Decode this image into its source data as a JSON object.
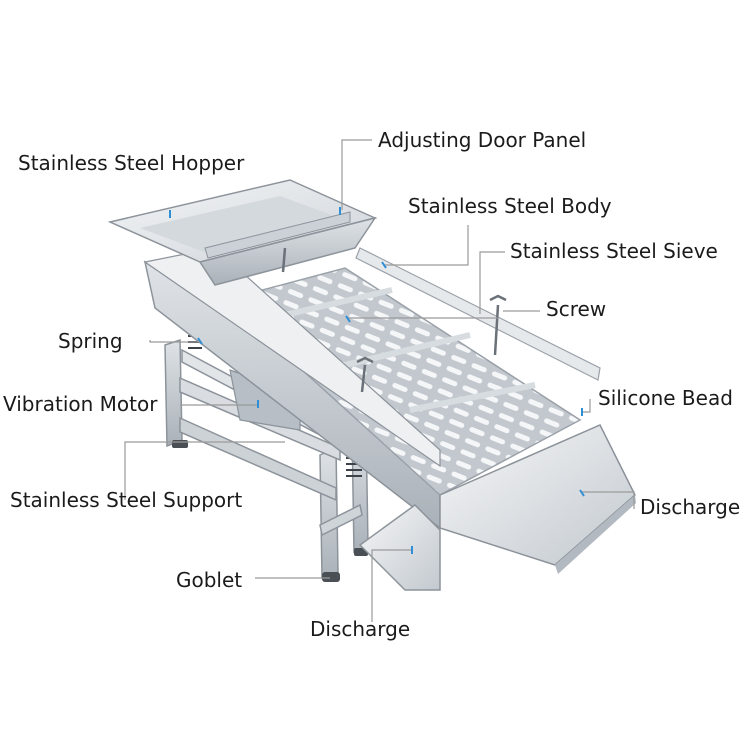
{
  "labels": {
    "hopper": "Stainless Steel Hopper",
    "door_panel": "Adjusting Door Panel",
    "body": "Stainless Steel Body",
    "sieve": "Stainless Steel Sieve",
    "screw": "Screw",
    "spring": "Spring",
    "motor": "Vibration Motor",
    "bead": "Silicone Bead",
    "support": "Stainless Steel Support",
    "discharge_side": "Discharge",
    "goblet": "Goblet",
    "discharge_bottom": "Discharge"
  },
  "colors": {
    "leader_line": "#9a9a9a",
    "marker": "#2f8fd6",
    "steel_light": "#e9ecef",
    "steel_mid": "#c9ced4",
    "steel_dark": "#9aa1a8",
    "mesh": "#b9bfc6"
  }
}
